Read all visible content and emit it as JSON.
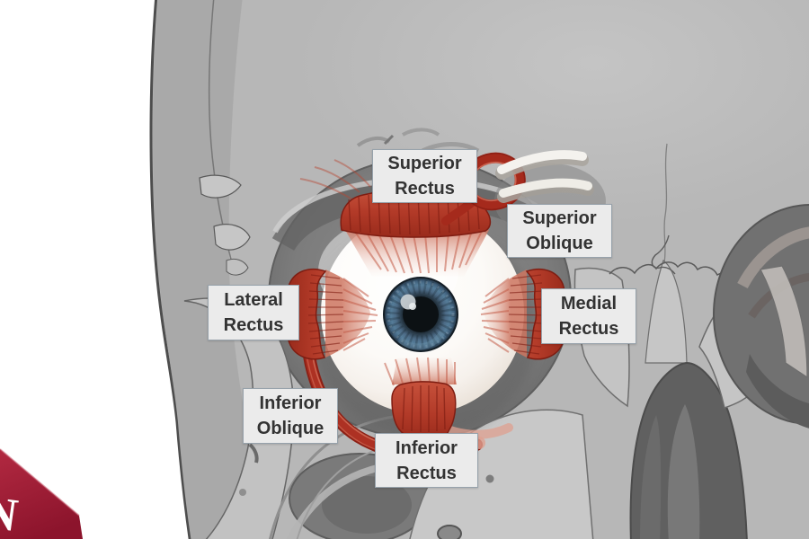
{
  "illustration": {
    "type": "extraocular-muscles-of-the-eye-on-skull",
    "labels": {
      "superior_rectus": {
        "line1": "Superior",
        "line2": "Rectus"
      },
      "superior_oblique": {
        "line1": "Superior",
        "line2": "Oblique"
      },
      "lateral_rectus": {
        "line1": "Lateral",
        "line2": "Rectus"
      },
      "medial_rectus": {
        "line1": "Medial",
        "line2": "Rectus"
      },
      "inferior_oblique": {
        "line1": "Inferior",
        "line2": "Oblique"
      },
      "inferior_rectus": {
        "line1": "Inferior",
        "line2": "Rectus"
      }
    },
    "colors": {
      "muscle_red": "#b23a28",
      "muscle_dark_red": "#8c2015",
      "skull_gray": "#b7b7b7",
      "orbit_gray": "#757575",
      "sclera_white": "#faf7f3",
      "iris_blue": "#4f7190",
      "label_background": "#ebebeb",
      "label_border": "#97a2ab",
      "label_text": "#333333",
      "banner_red": "#a01d36"
    }
  },
  "logo": {
    "letter": "N"
  }
}
